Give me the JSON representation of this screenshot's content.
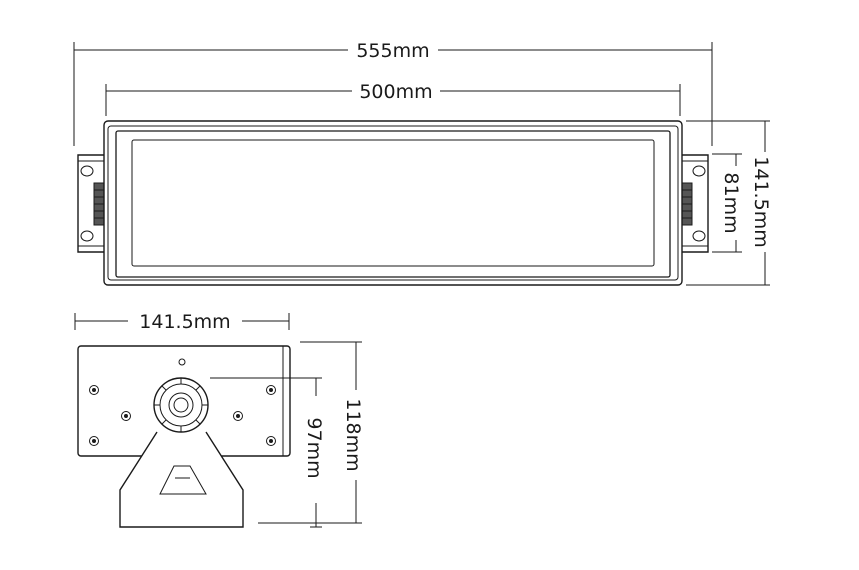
{
  "dimensions": {
    "overall_length": "555mm",
    "body_length": "500mm",
    "bracket_height": "81mm",
    "overall_height": "141.5mm",
    "side_width": "141.5mm",
    "side_height": "118mm",
    "pivot_height": "97mm"
  },
  "colors": {
    "line": "#1a1a1a",
    "background": "#ffffff"
  }
}
